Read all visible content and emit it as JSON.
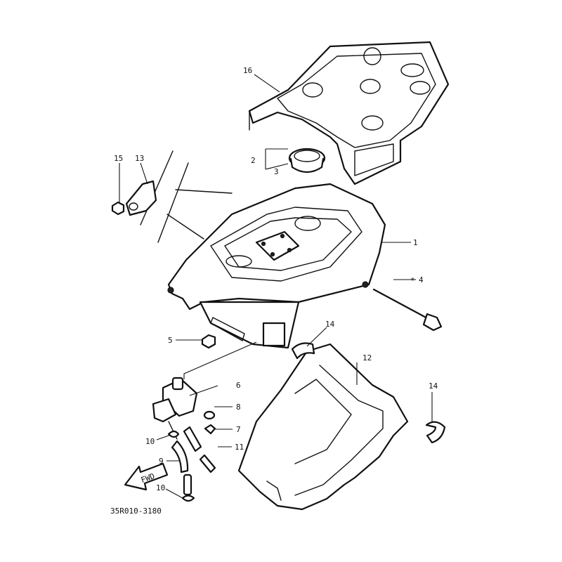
{
  "diagram_code": "35R010-3180",
  "fwd_label": "FWD",
  "callouts": {
    "c1": "1",
    "c2": "2",
    "c3": "3",
    "c4": "4",
    "c4_marker": "*",
    "c5": "5",
    "c6": "6",
    "c7": "7",
    "c8": "8",
    "c9": "9",
    "c10a": "10",
    "c10b": "10",
    "c11": "11",
    "c12": "12",
    "c13": "13",
    "c14a": "14",
    "c14b": "14",
    "c15": "15",
    "c16": "16"
  }
}
